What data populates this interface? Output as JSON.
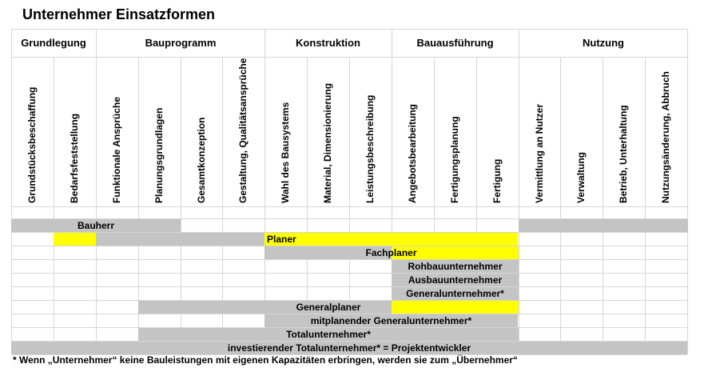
{
  "title": "Unternehmer Einsatzformen",
  "colors": {
    "gray": "#c4c4c4",
    "yellow": "#ffff00",
    "grid": "#d6d6d6"
  },
  "phases": [
    {
      "label": "Grundlegung",
      "start": 0,
      "span": 2
    },
    {
      "label": "Bauprogramm",
      "start": 2,
      "span": 4
    },
    {
      "label": "Konstruktion",
      "start": 6,
      "span": 3
    },
    {
      "label": "Bauausführung",
      "start": 9,
      "span": 3
    },
    {
      "label": "Nutzung",
      "start": 12,
      "span": 4
    }
  ],
  "activities": [
    "Grundstücksbeschaffung",
    "Bedarfsfeststellung",
    "Funktionale Ansprüche",
    "Planungsgrundlagen",
    "Gesamtkonzeption",
    "Gestaltung, Qualitätsansprüche",
    "Wahl des Bausystems",
    "Material, Dimensionierung",
    "Leistungsbeschreibung",
    "Angebotsbearbeitung",
    "Fertigungsplanung",
    "Fertigung",
    "Vermittlung an Nutzer",
    "Verwaltung",
    "Betrieb, Unterhaltung",
    "Nutzungsänderung, Abbruch"
  ],
  "roles": [
    {
      "label": "Bauherr",
      "row": 0,
      "segments": [
        {
          "start": 0,
          "end": 4,
          "color": "gray"
        },
        {
          "start": 12,
          "end": 16,
          "color": "gray"
        }
      ],
      "label_pos": "center",
      "label_span": [
        0,
        4
      ]
    },
    {
      "label": "Planer",
      "row": 1,
      "segments": [
        {
          "start": 1,
          "end": 2,
          "color": "yellow"
        },
        {
          "start": 2,
          "end": 6,
          "color": "gray"
        },
        {
          "start": 6,
          "end": 12,
          "color": "yellow"
        }
      ],
      "label_pos": "left",
      "label_span": [
        6,
        12
      ]
    },
    {
      "label": "Fachplaner",
      "row": 2,
      "segments": [
        {
          "start": 6,
          "end": 9,
          "color": "gray"
        },
        {
          "start": 9,
          "end": 12,
          "color": "yellow"
        }
      ],
      "label_pos": "center",
      "label_span": [
        6,
        12
      ]
    },
    {
      "label": "Rohbauunternehmer",
      "row": 3,
      "segments": [
        {
          "start": 9,
          "end": 12,
          "color": "gray"
        }
      ],
      "label_pos": "center",
      "label_span": [
        9,
        12
      ]
    },
    {
      "label": "Ausbauunternehmer",
      "row": 4,
      "segments": [
        {
          "start": 9,
          "end": 12,
          "color": "gray"
        }
      ],
      "label_pos": "center",
      "label_span": [
        9,
        12
      ]
    },
    {
      "label": "Generalunternehmer*",
      "row": 5,
      "segments": [
        {
          "start": 9,
          "end": 12,
          "color": "gray"
        }
      ],
      "label_pos": "center",
      "label_span": [
        9,
        12
      ]
    },
    {
      "label": "Generalplaner",
      "row": 6,
      "segments": [
        {
          "start": 3,
          "end": 9,
          "color": "gray"
        },
        {
          "start": 9,
          "end": 12,
          "color": "yellow"
        }
      ],
      "label_pos": "center",
      "label_span": [
        3,
        12
      ]
    },
    {
      "label": "mitplanender Generalunternehmer*",
      "row": 7,
      "segments": [
        {
          "start": 6,
          "end": 12,
          "color": "gray"
        }
      ],
      "label_pos": "center",
      "label_span": [
        6,
        12
      ]
    },
    {
      "label": "Totalunternehmer*",
      "row": 8,
      "segments": [
        {
          "start": 3,
          "end": 12,
          "color": "gray"
        }
      ],
      "label_pos": "center",
      "label_span": [
        3,
        12
      ]
    },
    {
      "label": "investierender Totalunternehmer* = Projektentwickler",
      "row": 9,
      "segments": [
        {
          "start": 0,
          "end": 16,
          "color": "gray"
        }
      ],
      "label_pos": "center",
      "label_span": [
        0,
        16
      ]
    }
  ],
  "footnote": "* Wenn „Unternehmer“ keine Bauleistungen mit eigenen Kapazitäten erbringen, werden sie zum „Übernehmer“"
}
